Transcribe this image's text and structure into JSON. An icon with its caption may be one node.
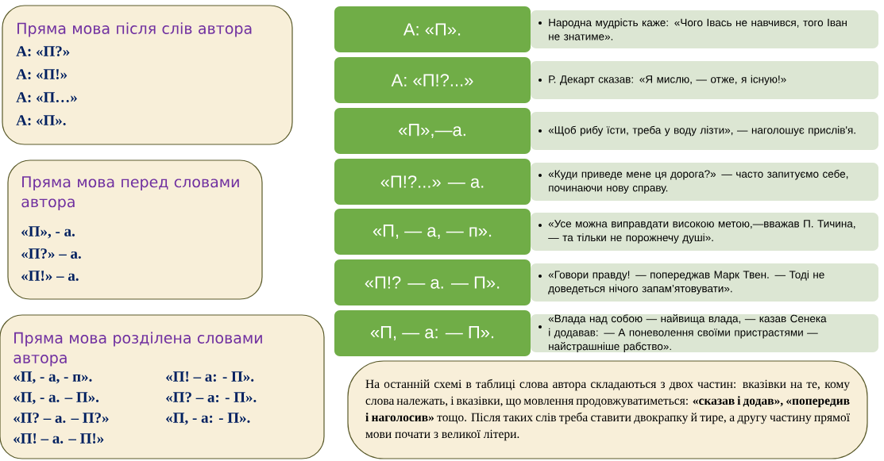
{
  "diagram": {
    "nodes": [
      {
        "text": [
          "Пряма мова після слів автора",
          "А: «П?»",
          "А: «П!»",
          "А: «П…»",
          "А: «П»."
        ]
      },
      {
        "text": [
          "Пряма мова перед словами автора",
          "«П», - а.",
          "«П?» – а.",
          "«П!» – а."
        ]
      },
      {
        "text": [
          "Пряма мова розділена словами автора",
          "«П, - а, - п».",
          "«П! – а: - П».",
          "«П, - а. – П».",
          "«П? – а: - П».",
          "«П? – а. – П?»",
          "«П, - а: - П».",
          "«П! – а. – П!»"
        ]
      },
      {
        "text": [
          "А: «П»."
        ]
      },
      {
        "text": [
          "Народна мудрість каже: «Чого Івась не навчився, того Іван не знатиме»."
        ]
      },
      {
        "text": [
          "А: «П!?...»"
        ]
      },
      {
        "text": [
          "Р. Декарт сказав: «Я мислю, — отже, я існую!»"
        ]
      },
      {
        "text": [
          "«П»,—а."
        ]
      },
      {
        "text": [
          "«Щоб рибу їсти, треба у воду лізти», — наголошує прислів'я."
        ]
      },
      {
        "text": [
          "«П!?...» — а."
        ]
      },
      {
        "text": [
          "«Куди приведе мене ця дорога?» — часто запитуємо себе, починаючи нову справу."
        ]
      },
      {
        "text": [
          "«П, — а, — п»."
        ]
      },
      {
        "text": [
          "«Усе можна виправдати високою метою,—вважав П. Тичина, — та тільки не порожнечу душі»."
        ]
      },
      {
        "text": [
          "«П!? — а. — П»."
        ]
      },
      {
        "text": [
          "«Говори правду! — попереджав Марк Твен. — Тоді не доведеться нічого запам’ятовувати»."
        ]
      },
      {
        "text": [
          "«П, — а: — П»."
        ]
      },
      {
        "text": [
          "«Влада над собою — найвища влада, — казав Сенека і додавав: — А поневолення своїми пристрастями — найстрашніше рабство»."
        ]
      },
      {
        "text": [
          "На останній схемі в таблиці слова автора складаються з двох частин: вказівки на те, кому слова належать, і вказівки, що мовлення продовжуватиметься: **«сказав і додав», «попередив і наголосив»** тощо. Після таких слів треба ставити двокрапку й тире, а другу частину прямої мови почати з великої літери."
        ]
      }
    ]
  }
}
